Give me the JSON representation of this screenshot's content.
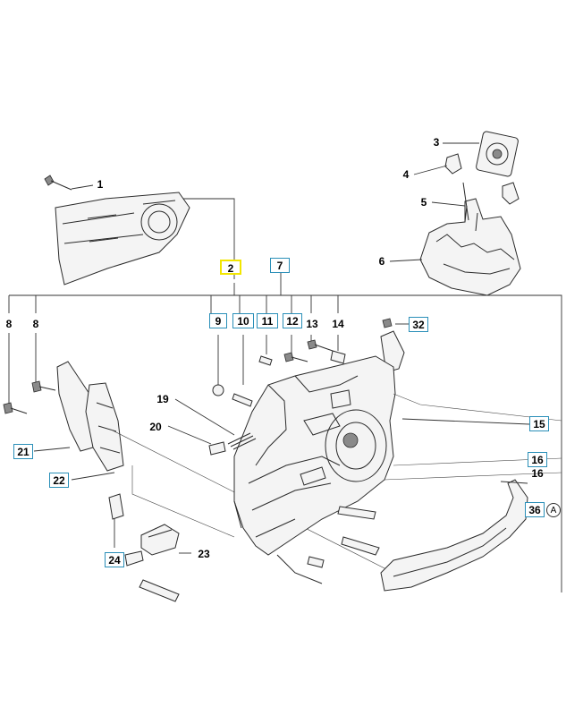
{
  "callouts": {
    "c1": "1",
    "c2": "2",
    "c3": "3",
    "c4": "4",
    "c5": "5",
    "c6": "6",
    "c7": "7",
    "c8a": "8",
    "c8b": "8",
    "c9": "9",
    "c10": "10",
    "c11": "11",
    "c12": "12",
    "c13": "13",
    "c14": "14",
    "c15": "15",
    "c16a": "16",
    "c16b": "16",
    "c19": "19",
    "c20": "20",
    "c21": "21",
    "c22": "22",
    "c23": "23",
    "c24": "24",
    "c32": "32",
    "c36": "36",
    "refA": "A"
  },
  "colors": {
    "box_border": "#2a8fb8",
    "selected_border": "#f2e600",
    "line": "#2b2b2b"
  },
  "selected_callout": "2"
}
